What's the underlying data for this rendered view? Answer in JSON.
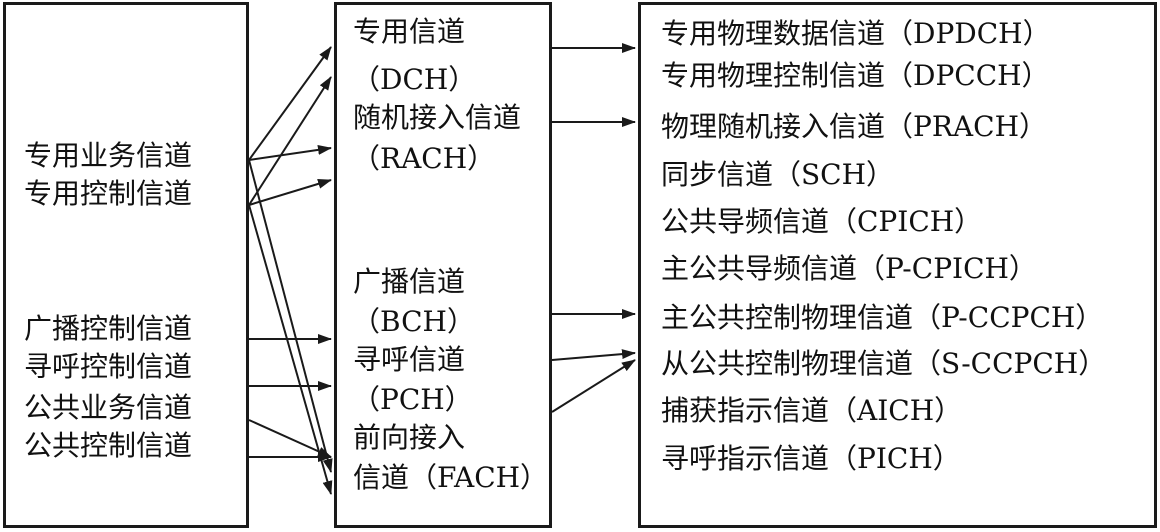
{
  "logical": {
    "dtch": "专用业务信道",
    "dcch": "专用控制信道",
    "bcch": "广播控制信道",
    "pcch": "寻呼控制信道",
    "ctch": "公共业务信道",
    "ccch": "公共控制信道"
  },
  "transport": {
    "dch_name": "专用信道",
    "dch_abbr": "（DCH）",
    "rach_name": "随机接入信道",
    "rach_abbr": "（RACH）",
    "bch_name": "广播信道",
    "bch_abbr": "（BCH）",
    "pch_name": "寻呼信道",
    "pch_abbr": "（PCH）",
    "fach_line1": "前向接入",
    "fach_line2": "信道（FACH）"
  },
  "physical": [
    "专用物理数据信道（DPDCH）",
    "专用物理控制信道（DPCCH）",
    "物理随机接入信道（PRACH）",
    "同步信道（SCH）",
    "公共导频信道（CPICH）",
    "主公共导频信道（P-CPICH）",
    "主公共控制物理信道（P-CCPCH）",
    "从公共控制物理信道（S-CCPCH）",
    "捕获指示信道（AICH）",
    "寻呼指示信道（PICH）"
  ]
}
